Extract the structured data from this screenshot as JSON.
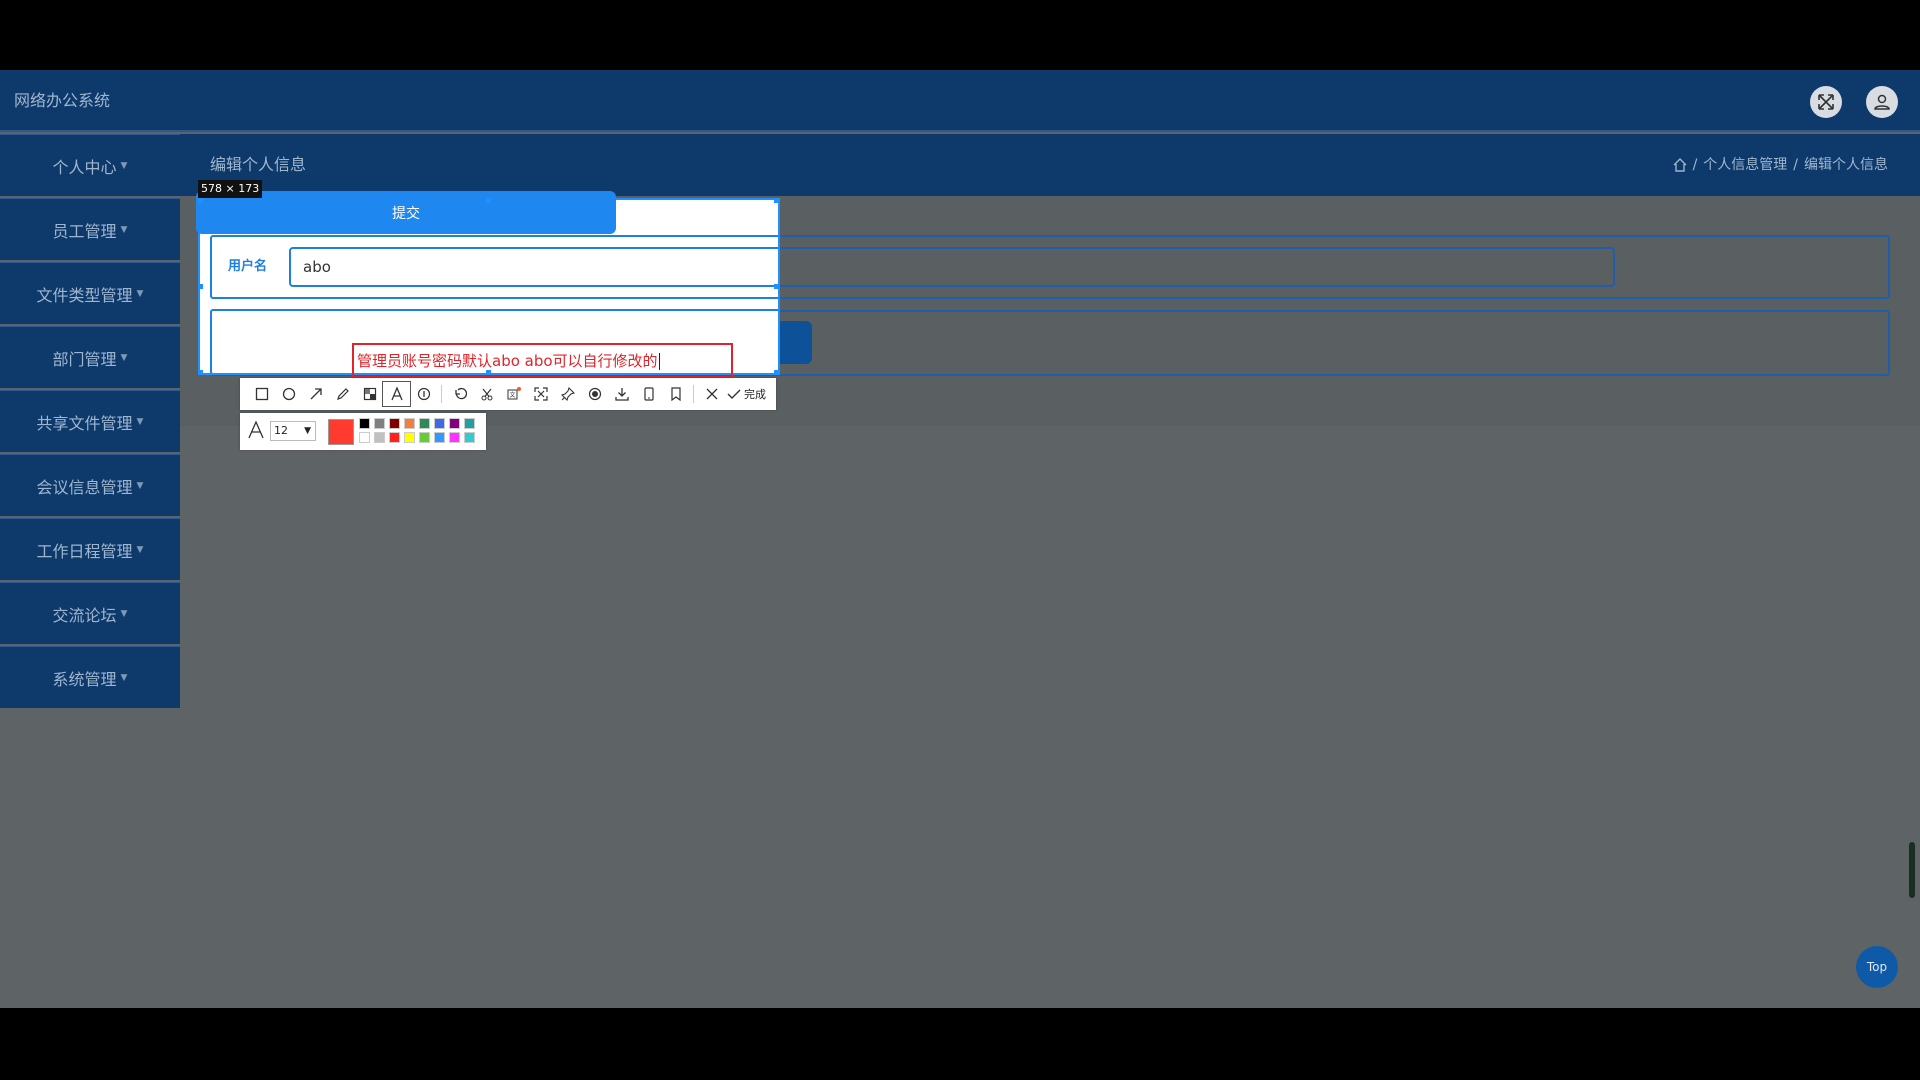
{
  "app": {
    "title": "网络办公系统"
  },
  "page": {
    "title": "编辑个人信息",
    "breadcrumb": [
      "个人信息管理",
      "编辑个人信息"
    ],
    "breadcrumb_sep": "/"
  },
  "sidebar": {
    "items": [
      {
        "label": "个人中心"
      },
      {
        "label": "员工管理"
      },
      {
        "label": "文件类型管理"
      },
      {
        "label": "部门管理"
      },
      {
        "label": "共享文件管理"
      },
      {
        "label": "会议信息管理"
      },
      {
        "label": "工作日程管理"
      },
      {
        "label": "交流论坛"
      },
      {
        "label": "系统管理"
      }
    ]
  },
  "form": {
    "username_label": "用户名",
    "username_value": "abo",
    "submit_label": "提交"
  },
  "screenshot_tool": {
    "size_label": "578 × 173",
    "annotation_text": "管理员账号密码默认abo abo可以自行修改的",
    "done_label": "完成",
    "font_size": "12",
    "current_color": "#ff3b30",
    "palette": [
      "#000000",
      "#808080",
      "#800000",
      "#f08040",
      "#2e8b57",
      "#4169e1",
      "#800080",
      "#20a0a0",
      "#ffffff",
      "#c0c0c0",
      "#ff2020",
      "#ffff00",
      "#66cc33",
      "#3399ff",
      "#ff33ff",
      "#33cccc"
    ]
  },
  "footer": {
    "top_label": "Top"
  },
  "colors": {
    "header_bg": "#0e3a6b",
    "accent": "#1e88f0",
    "annotation": "#e0242a"
  }
}
